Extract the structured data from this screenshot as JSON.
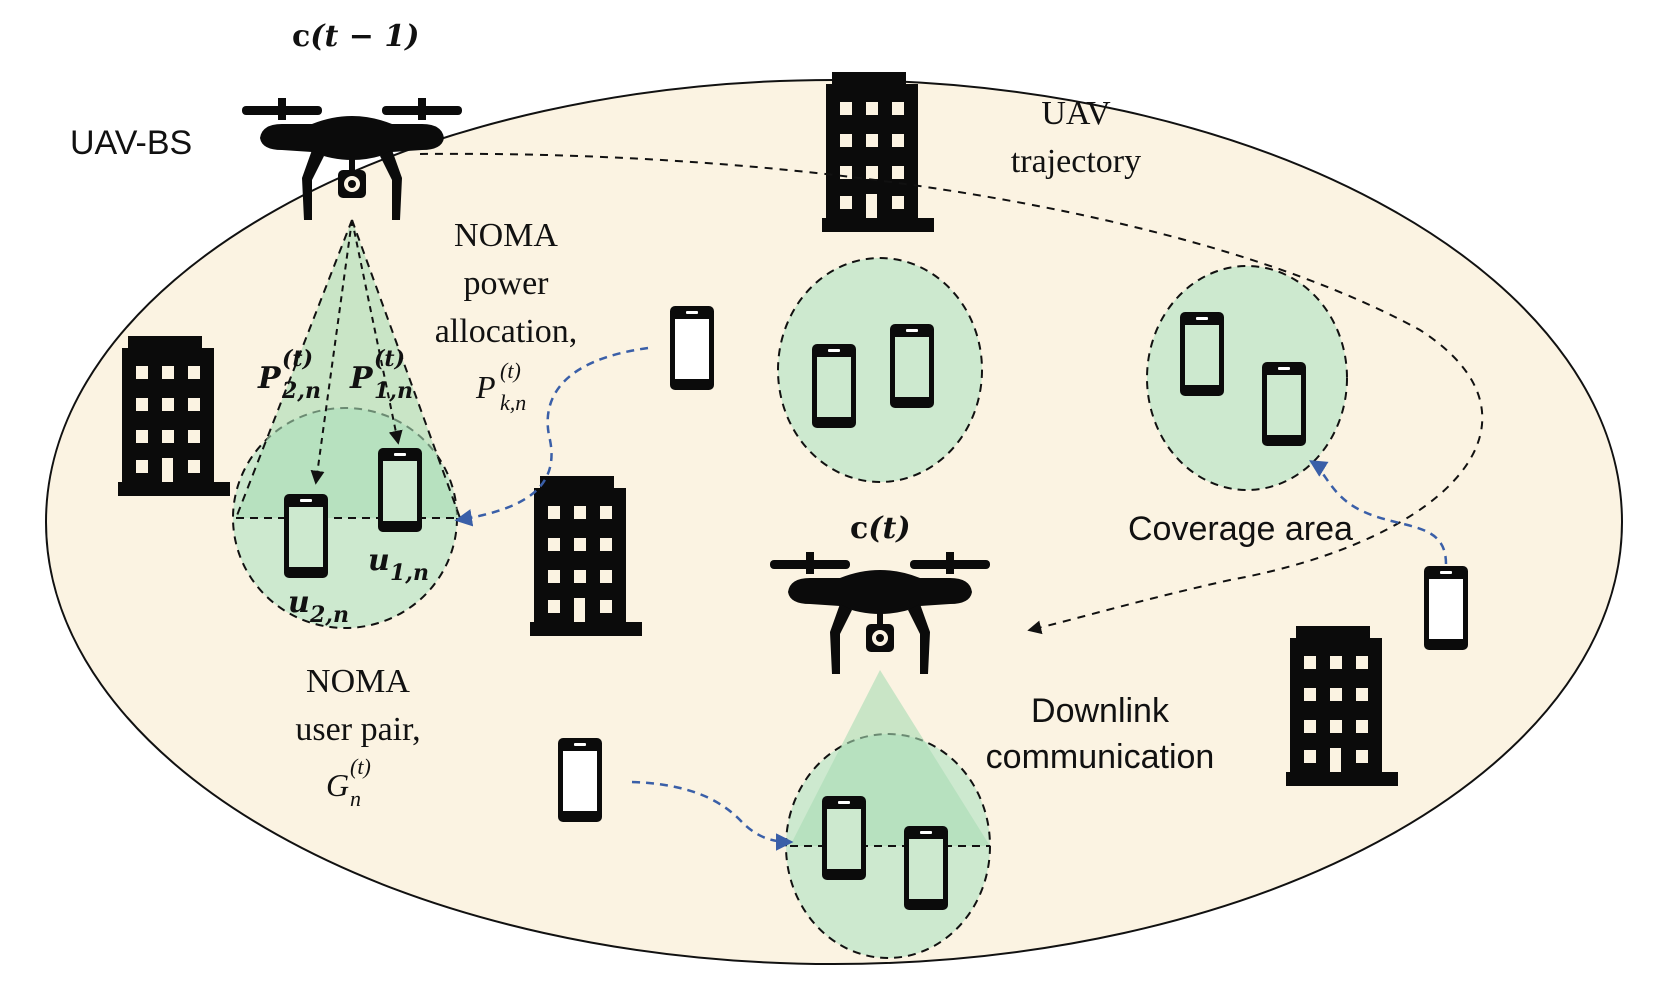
{
  "labels": {
    "uav_bs": "UAV-BS",
    "pos_prev_c": "c",
    "pos_prev_arg": "(t − 1)",
    "pos_now_c": "c",
    "pos_now_arg": "(t)",
    "uav_trajectory_1": "UAV",
    "uav_trajectory_2": "trajectory",
    "noma_power_1": "NOMA",
    "noma_power_2": "power",
    "noma_power_3": "allocation,",
    "noma_power_sym": "P",
    "noma_power_sup": "(t)",
    "noma_power_sub": "k,n",
    "p2_sym": "P",
    "p2_sup": "(t)",
    "p2_sub": "2,n",
    "p1_sym": "P",
    "p1_sup": "(t)",
    "p1_sub": "1,n",
    "u1_sym": "u",
    "u1_sub": "1,n",
    "u2_sym": "u",
    "u2_sub": "2,n",
    "noma_pair_1": "NOMA",
    "noma_pair_2": "user pair,",
    "noma_pair_sym": "G",
    "noma_pair_sup": "(t)",
    "noma_pair_sub": "n",
    "coverage_area": "Coverage area",
    "downlink_1": "Downlink",
    "downlink_2": "communication"
  },
  "colors": {
    "ground": "#fbf3e2",
    "coverage_fill": "#cde9cf",
    "coverage_dark": "#a9dcb4",
    "beam_fill": "#bfe4c6",
    "silhouette": "#0b0b0b",
    "mobility_arrow": "#3a5fa8",
    "trajectory": "#111111"
  },
  "icons": [
    "drone-icon",
    "building-icon",
    "phone-icon"
  ]
}
